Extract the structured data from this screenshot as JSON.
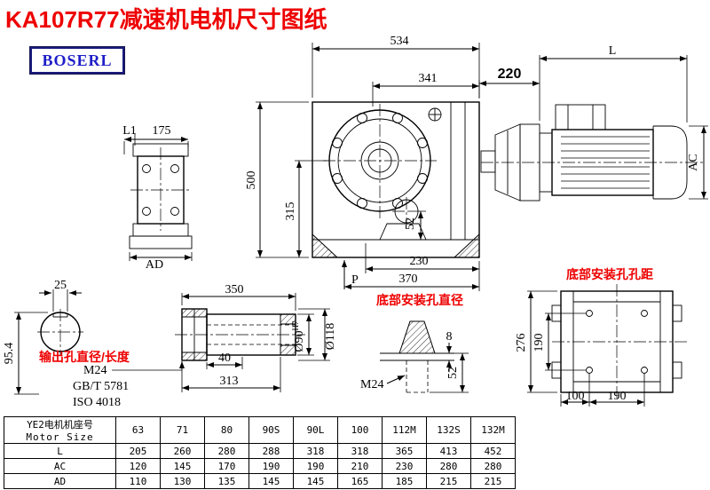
{
  "title": "KA107R77减速机电机尺寸图纸",
  "logo": "BOSERL",
  "labels": {
    "output_hole": "输出孔直径/长度",
    "bottom_hole_dia": "底部安装孔直径",
    "bottom_hole_spacing": "底部安装孔孔距"
  },
  "dims": {
    "d534": "534",
    "d341": "341",
    "d500": "500",
    "d315": "315",
    "d52_main": "52",
    "d230": "230",
    "d370": "370",
    "p": "P",
    "d220": "220",
    "l": "L",
    "ac": "AC",
    "l1": "L1",
    "d175": "175",
    "ad": "AD",
    "d25": "25",
    "d95_4": "95.4",
    "m24_out": "M24",
    "gbt": "GB/T 5781",
    "iso": "ISO 4018",
    "d350": "350",
    "d40": "40",
    "d313": "313",
    "dia90": "Ø90",
    "dia90_tol": "H7",
    "dia118": "Ø118",
    "d8": "8",
    "d52_bolt": "52",
    "m24_bolt": "M24",
    "d276": "276",
    "d190v": "190",
    "d100": "100",
    "d190h": "190"
  },
  "table": {
    "header_cn": "YE2电机机座号",
    "header_en": "Motor Size",
    "sizes": [
      "63",
      "71",
      "80",
      "90S",
      "90L",
      "100",
      "112M",
      "132S",
      "132M"
    ],
    "rows": [
      {
        "label": "L",
        "values": [
          "205",
          "260",
          "280",
          "288",
          "318",
          "318",
          "365",
          "413",
          "452"
        ]
      },
      {
        "label": "AC",
        "values": [
          "120",
          "145",
          "170",
          "190",
          "190",
          "210",
          "230",
          "280",
          "280"
        ]
      },
      {
        "label": "AD",
        "values": [
          "110",
          "130",
          "135",
          "145",
          "145",
          "165",
          "185",
          "215",
          "215"
        ]
      }
    ]
  }
}
